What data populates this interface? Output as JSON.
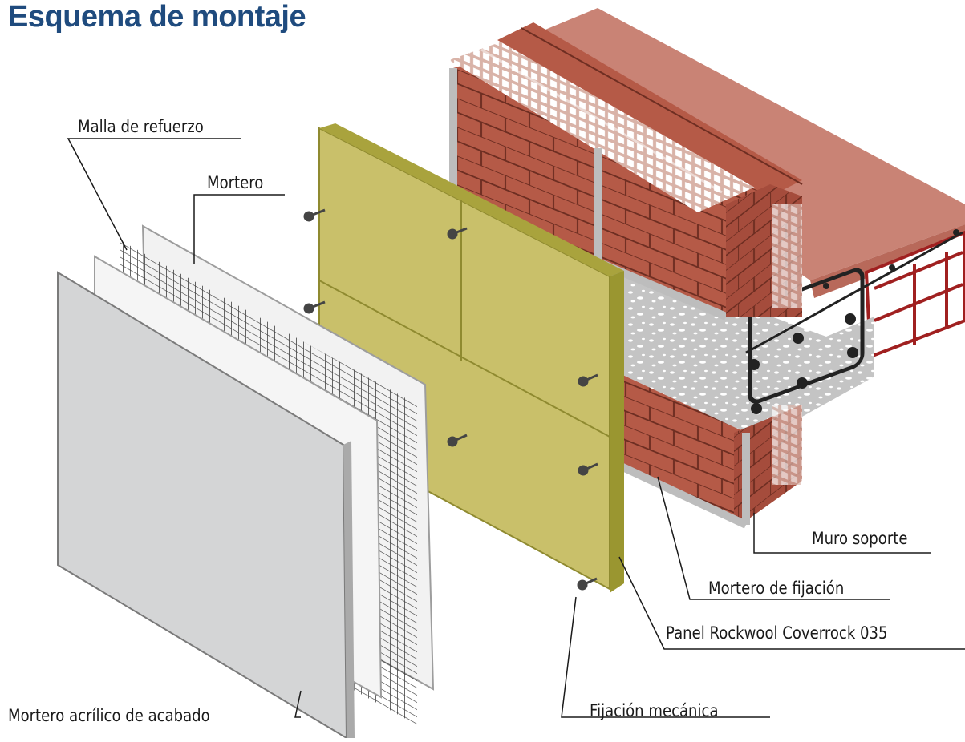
{
  "title": "Esquema de montaje",
  "labels": {
    "malla": "Malla de refuerzo",
    "mortero": "Mortero",
    "acabado": "Mortero acrílico de acabado",
    "fijacion_mecanica": "Fijación mecánica",
    "panel": "Panel Rockwool Coverrock 035",
    "mortero_fijacion": "Mortero de fijación",
    "muro": "Muro soporte"
  },
  "colors": {
    "title": "#1f4b7e",
    "brick": "#b55a47",
    "brick_top": "#c98375",
    "mortar": "#c9c9c9",
    "insulation": "#c9c06a",
    "insulation_edge": "#9a9630",
    "finish_panel": "#d4d5d6",
    "white_panel": "#f2f2f2",
    "mesh": "#444444"
  }
}
